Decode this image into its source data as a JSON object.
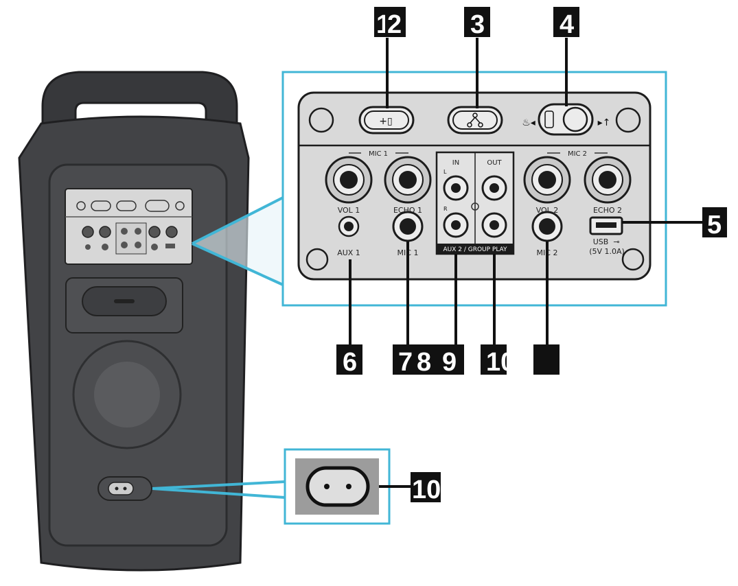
{
  "callouts": {
    "c1": "1",
    "c2": "2",
    "c3": "3",
    "c4": "4",
    "c5": "5",
    "c6": "6",
    "c7": "7",
    "c8": "8",
    "c9": "9",
    "c10": "10"
  },
  "panel": {
    "mic1_group": "MIC 1",
    "mic2_group": "MIC 2",
    "vol1": "VOL 1",
    "echo1": "ECHO 1",
    "vol2": "VOL 2",
    "echo2": "ECHO 2",
    "aux1": "AUX 1",
    "mic1": "MIC 1",
    "mic2": "MIC 2",
    "in": "IN",
    "out": "OUT",
    "aux2_group_play": "AUX 2 / GROUP PLAY",
    "usb": "USB",
    "usb_spec": "(5V 1.0A)",
    "left_ch": "L",
    "right_ch": "R"
  },
  "colors": {
    "highlight": "#41b6d6",
    "speaker_body": "#3f4043",
    "panel_face": "#d9d9d9",
    "callout_bg": "#111111"
  }
}
